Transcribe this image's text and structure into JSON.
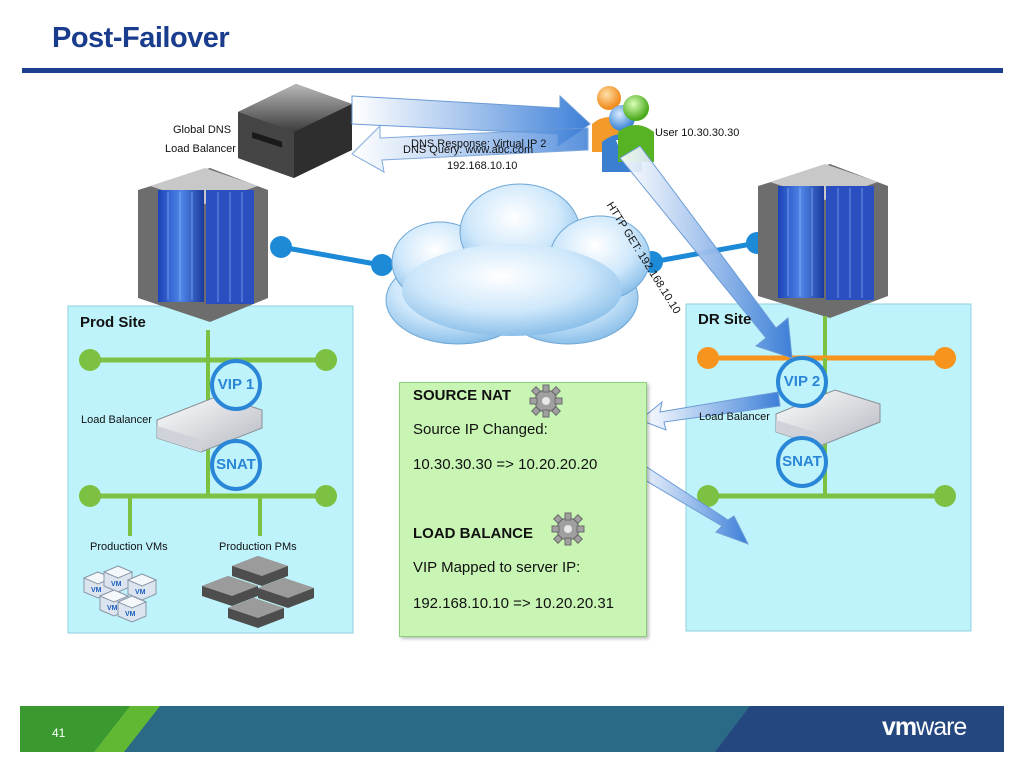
{
  "title": "Post-Failover",
  "dns": {
    "line1": "Global DNS",
    "line2": "Load Balancer"
  },
  "user": {
    "label": "User 10.30.30.30"
  },
  "messages": {
    "dns_response": "DNS Response: Virtual IP 2",
    "dns_query": "DNS Query: www.abc.com",
    "dns_ip": "192.168.10.10",
    "http_get": "HTTP GET: 192.168.10.10"
  },
  "prod_site": {
    "title": "Prod Site",
    "vip": "VIP 1",
    "snat": "SNAT",
    "lb_label": "Load Balancer",
    "vms_label": "Production VMs",
    "pms_label": "Production PMs",
    "vm_glyph": "VM"
  },
  "dr_site": {
    "title": "DR Site",
    "vip": "VIP 2",
    "snat": "SNAT",
    "lb_label": "Load Balancer"
  },
  "info_panel": {
    "source_nat_title": "SOURCE NAT",
    "source_nat_line1": "Source IP Changed:",
    "source_nat_line2": "10.30.30.30 => 10.20.20.20",
    "lb_title": "LOAD BALANCE",
    "lb_line1": "VIP Mapped to server IP:",
    "lb_line2": "192.168.10.10 => 10.20.20.31"
  },
  "footer": {
    "page_number": "41",
    "logo_prefix": "vm",
    "logo_suffix": "ware"
  },
  "colors": {
    "title": "#1a3c8c",
    "network_green": "#7cc142",
    "network_orange": "#f7941d",
    "network_blue": "#1d8ad8",
    "site_fill": "#bff3fb",
    "panel_fill": "#c8f5b4",
    "circle": "#2a86d6"
  },
  "icons": [
    "server-icon",
    "users-icon",
    "building-icon",
    "cloud-icon",
    "gear-icon",
    "vm-icon",
    "rack-server-icon"
  ]
}
